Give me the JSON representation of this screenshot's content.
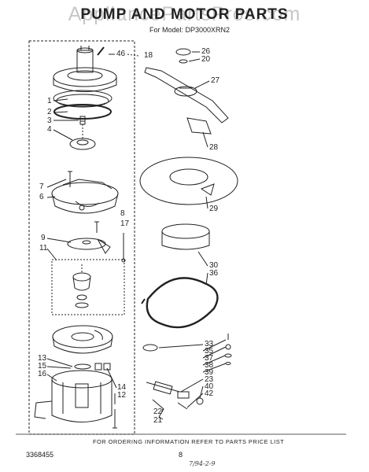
{
  "watermark": "AppliancePartsPros.com",
  "title": "PUMP AND MOTOR PARTS",
  "model": "For Model: DP3000XRN2",
  "footer_note": "FOR ORDERING INFORMATION REFER TO PARTS PRICE LIST",
  "page_number": "8",
  "document_number": "3368455",
  "handwritten_note": "7/94-2-9",
  "callouts": {
    "c46": "46",
    "c18": "18",
    "c1": "1",
    "c2": "2",
    "c3": "3",
    "c4": "4",
    "c7": "7",
    "c6": "6",
    "c8": "8",
    "c17": "17",
    "c9": "9",
    "c11": "11",
    "c13": "13",
    "c15": "15",
    "c16": "16",
    "c14": "14",
    "c12": "12",
    "c26": "26",
    "c20": "20",
    "c27": "27",
    "c28": "28",
    "c29": "29",
    "c30": "30",
    "c36": "36",
    "c33": "33",
    "c35": "35",
    "c37": "37",
    "c38": "38",
    "c39": "39",
    "c23": "23",
    "c40": "40",
    "c42": "42",
    "c22": "22",
    "c21": "21"
  }
}
